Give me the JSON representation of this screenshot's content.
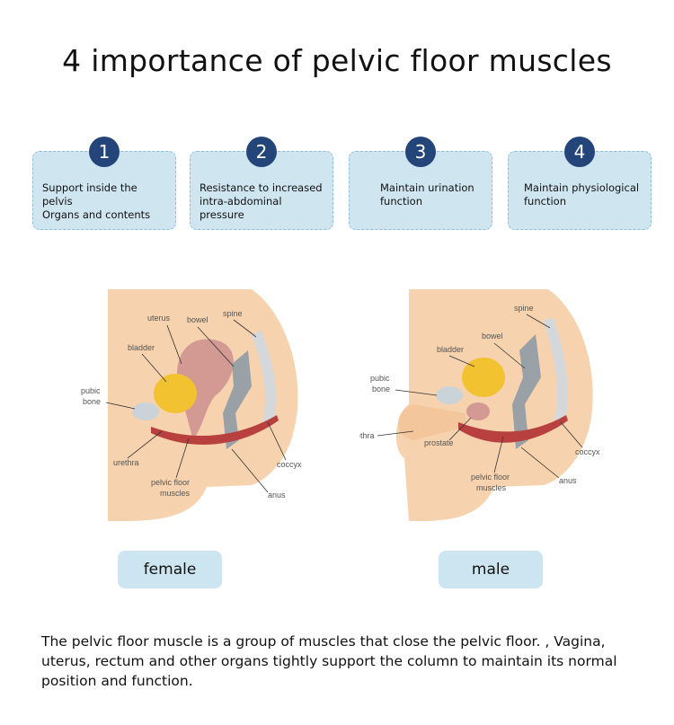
{
  "title": "4 importance of pelvic floor muscles",
  "cards": [
    {
      "num": "1",
      "text": "Support inside the pelvis\nOrgans and contents"
    },
    {
      "num": "2",
      "text": "Resistance to increased\nintra-abdominal pressure"
    },
    {
      "num": "3",
      "text": "Maintain urination\nfunction"
    },
    {
      "num": "4",
      "text": "Maintain physiological\nfunction"
    }
  ],
  "female": {
    "pill": "female",
    "labels": {
      "uterus": "uterus",
      "bowel": "bowel",
      "spine": "spine",
      "bladder": "bladder",
      "pubic": "pubic",
      "bone": "bone",
      "urethra": "urethra",
      "pelvic": "pelvic floor",
      "muscles": "muscles",
      "coccyx": "coccyx",
      "anus": "anus"
    }
  },
  "male": {
    "pill": "male",
    "labels": {
      "spine": "spine",
      "bowel": "bowel",
      "bladder": "bladder",
      "pubic": "pubic",
      "bone": "bone",
      "urethra": "urethra",
      "prostate": "prostate",
      "pelvic": "pelvic floor",
      "muscles": "muscles",
      "coccyx": "coccyx",
      "anus": "anus"
    }
  },
  "caption": "The pelvic floor muscle is a group of muscles that close the pelvic floor. , Vagina, uterus, rectum and other organs tightly support the column to maintain its normal position and function.",
  "colors": {
    "skin": "#f6d3ae",
    "muscle": "#b8403f",
    "bladder": "#f2c230",
    "bowel": "#9aa1a6",
    "badge": "#24457a",
    "card": "#cfe6f1"
  }
}
